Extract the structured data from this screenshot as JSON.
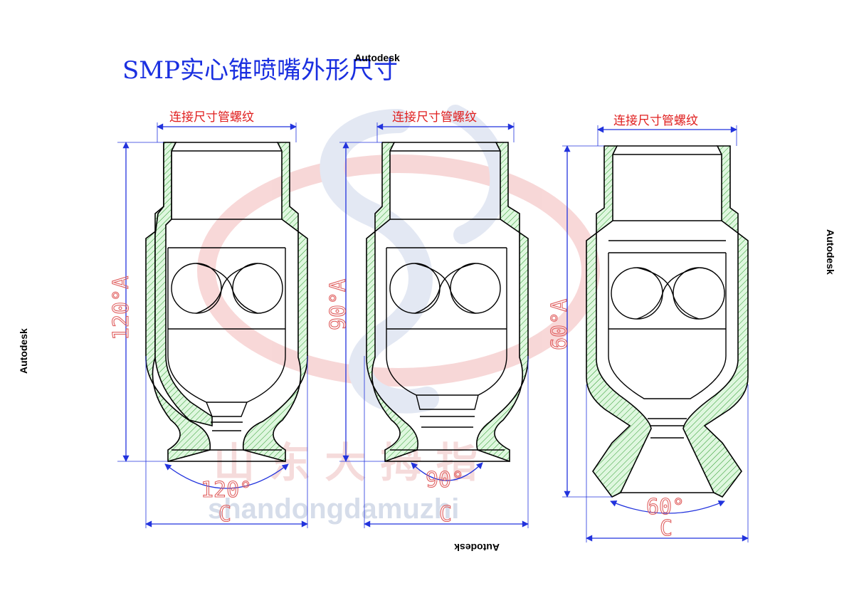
{
  "title": "SMP实心锥喷嘴外形尺寸",
  "watermarks": {
    "autodesk": "Autodesk",
    "pinyin": "shandongdamuzhi",
    "chinese": "山 东 大 拇 指"
  },
  "nozzles": [
    {
      "thread_label": "连接尺寸管螺纹",
      "height_label": "120°A",
      "angle_label": "120°",
      "width_label": "C"
    },
    {
      "thread_label": "连接尺寸管螺纹",
      "height_label": "90°A",
      "angle_label": "90°",
      "width_label": "C"
    },
    {
      "thread_label": "连接尺寸管螺纹",
      "height_label": "60°A",
      "angle_label": "60°",
      "width_label": "C"
    }
  ],
  "colors": {
    "title": "#1a2fe0",
    "dimension": "#2233dd",
    "thread_label": "#e02020",
    "hatch_fill": "#dff7df",
    "hatch_line": "#2a9a2a"
  }
}
